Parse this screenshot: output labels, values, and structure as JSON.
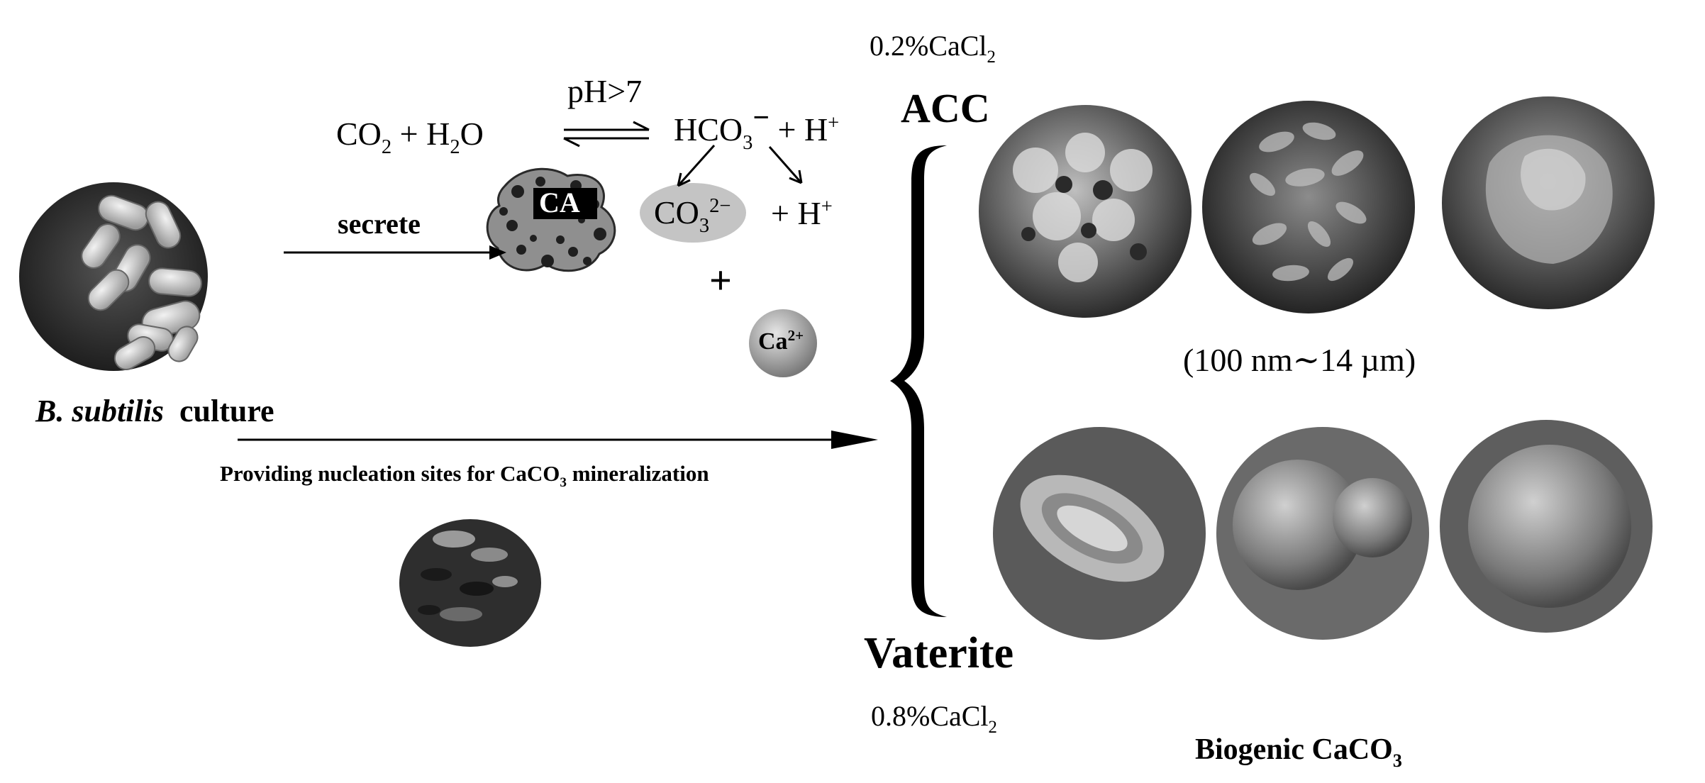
{
  "reaction": {
    "condition": "pH>7",
    "co2_prefix": "CO",
    "co2_sub": "2",
    "plus": "+",
    "h2o_prefix": "H",
    "h2o_sub": "2",
    "h2o_suffix": "O",
    "hco3_prefix": "HCO",
    "hco3_sub": "3",
    "hco3_charge": "−",
    "h_ion": "H",
    "h_charge": "+",
    "co3_prefix": "CO",
    "co3_sub": "3",
    "co3_charge": "2−",
    "ca_ion": "Ca",
    "ca_charge": "2+",
    "enzyme_label": "CA",
    "secrete_label": "secrete"
  },
  "organism": {
    "name_italic": "B. subtilis",
    "name_rest": "culture",
    "nucleation_prefix": "Providing nucleation sites for CaCO",
    "nucleation_sub": "3",
    "nucleation_suffix": " mineralization"
  },
  "products": {
    "acc_concentration_prefix": "0.2%CaCl",
    "acc_concentration_sub": "2",
    "acc_label": "ACC",
    "size_range": "(100  nm∼14 µm)",
    "vaterite_label": "Vaterite",
    "vaterite_concentration_prefix": "0.8%CaCl",
    "vaterite_concentration_sub": "2",
    "caption_prefix": "Biogenic CaCO",
    "caption_sub": "3"
  },
  "colors": {
    "ink": "#000000",
    "sem_dark": "#3a3a3a",
    "sem_light": "#b8b8b8",
    "bubble_grey": "#c4c4c4"
  }
}
